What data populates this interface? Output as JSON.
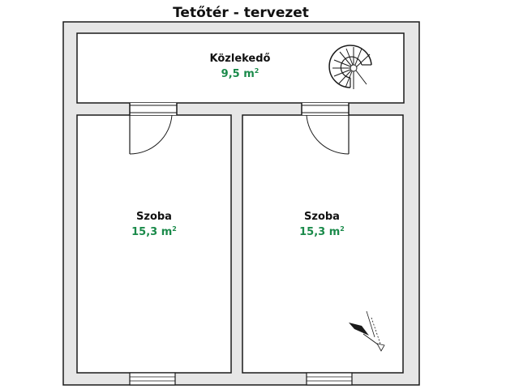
{
  "plan": {
    "title": "Tetőtér - tervezet",
    "colors": {
      "wall_fill": "#e6e6e6",
      "line": "#1a1a1a",
      "area_text": "#1a8a4a",
      "room_fill": "#ffffff"
    },
    "rooms": [
      {
        "name": "Közlekedő",
        "area": "9,5 m",
        "unit_sup": "2"
      },
      {
        "name": "Szoba",
        "area": "15,3 m",
        "unit_sup": "2"
      },
      {
        "name": "Szoba",
        "area": "15,3 m",
        "unit_sup": "2"
      }
    ],
    "icons": [
      "spiral-stair-icon",
      "door-swing-icon",
      "window-icon",
      "compass-icon"
    ]
  }
}
